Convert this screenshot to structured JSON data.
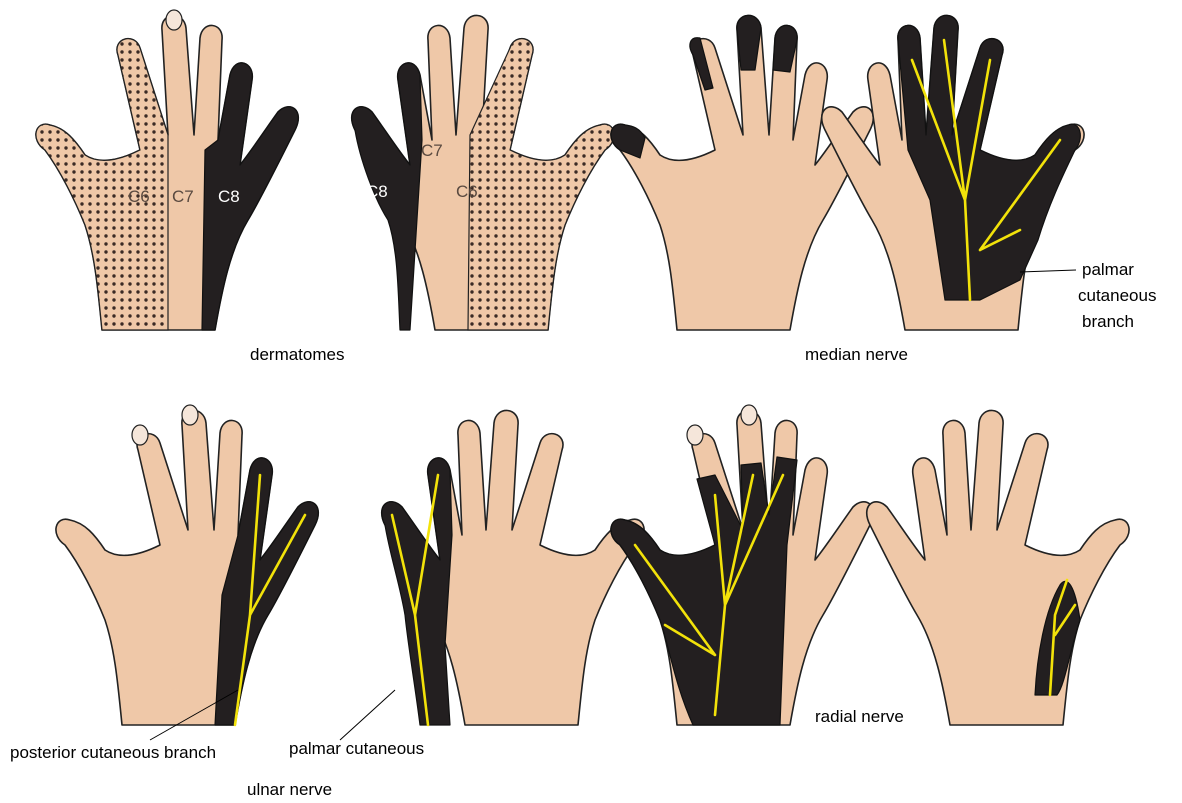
{
  "captions": {
    "dermatomes": "dermatomes",
    "median": "median nerve",
    "ulnar": "ulnar nerve",
    "radial": "radial nerve"
  },
  "dermatome_labels": {
    "left_c6": "C6",
    "left_c7": "C7",
    "left_c8": "C8",
    "right_c8": "C8",
    "right_c7": "C7",
    "right_c6": "C6"
  },
  "annotations": {
    "median_palmar_line1": "palmar",
    "median_palmar_line2": "cutaneous",
    "median_palmar_line3": "branch",
    "ulnar_posterior": "posterior cutaneous branch",
    "ulnar_palmar": "palmar cutaneous"
  },
  "colors": {
    "skin": "#efc8a8",
    "innervated": "#231f20",
    "nerve": "#f2e20a",
    "dots": "#3a2a25"
  }
}
